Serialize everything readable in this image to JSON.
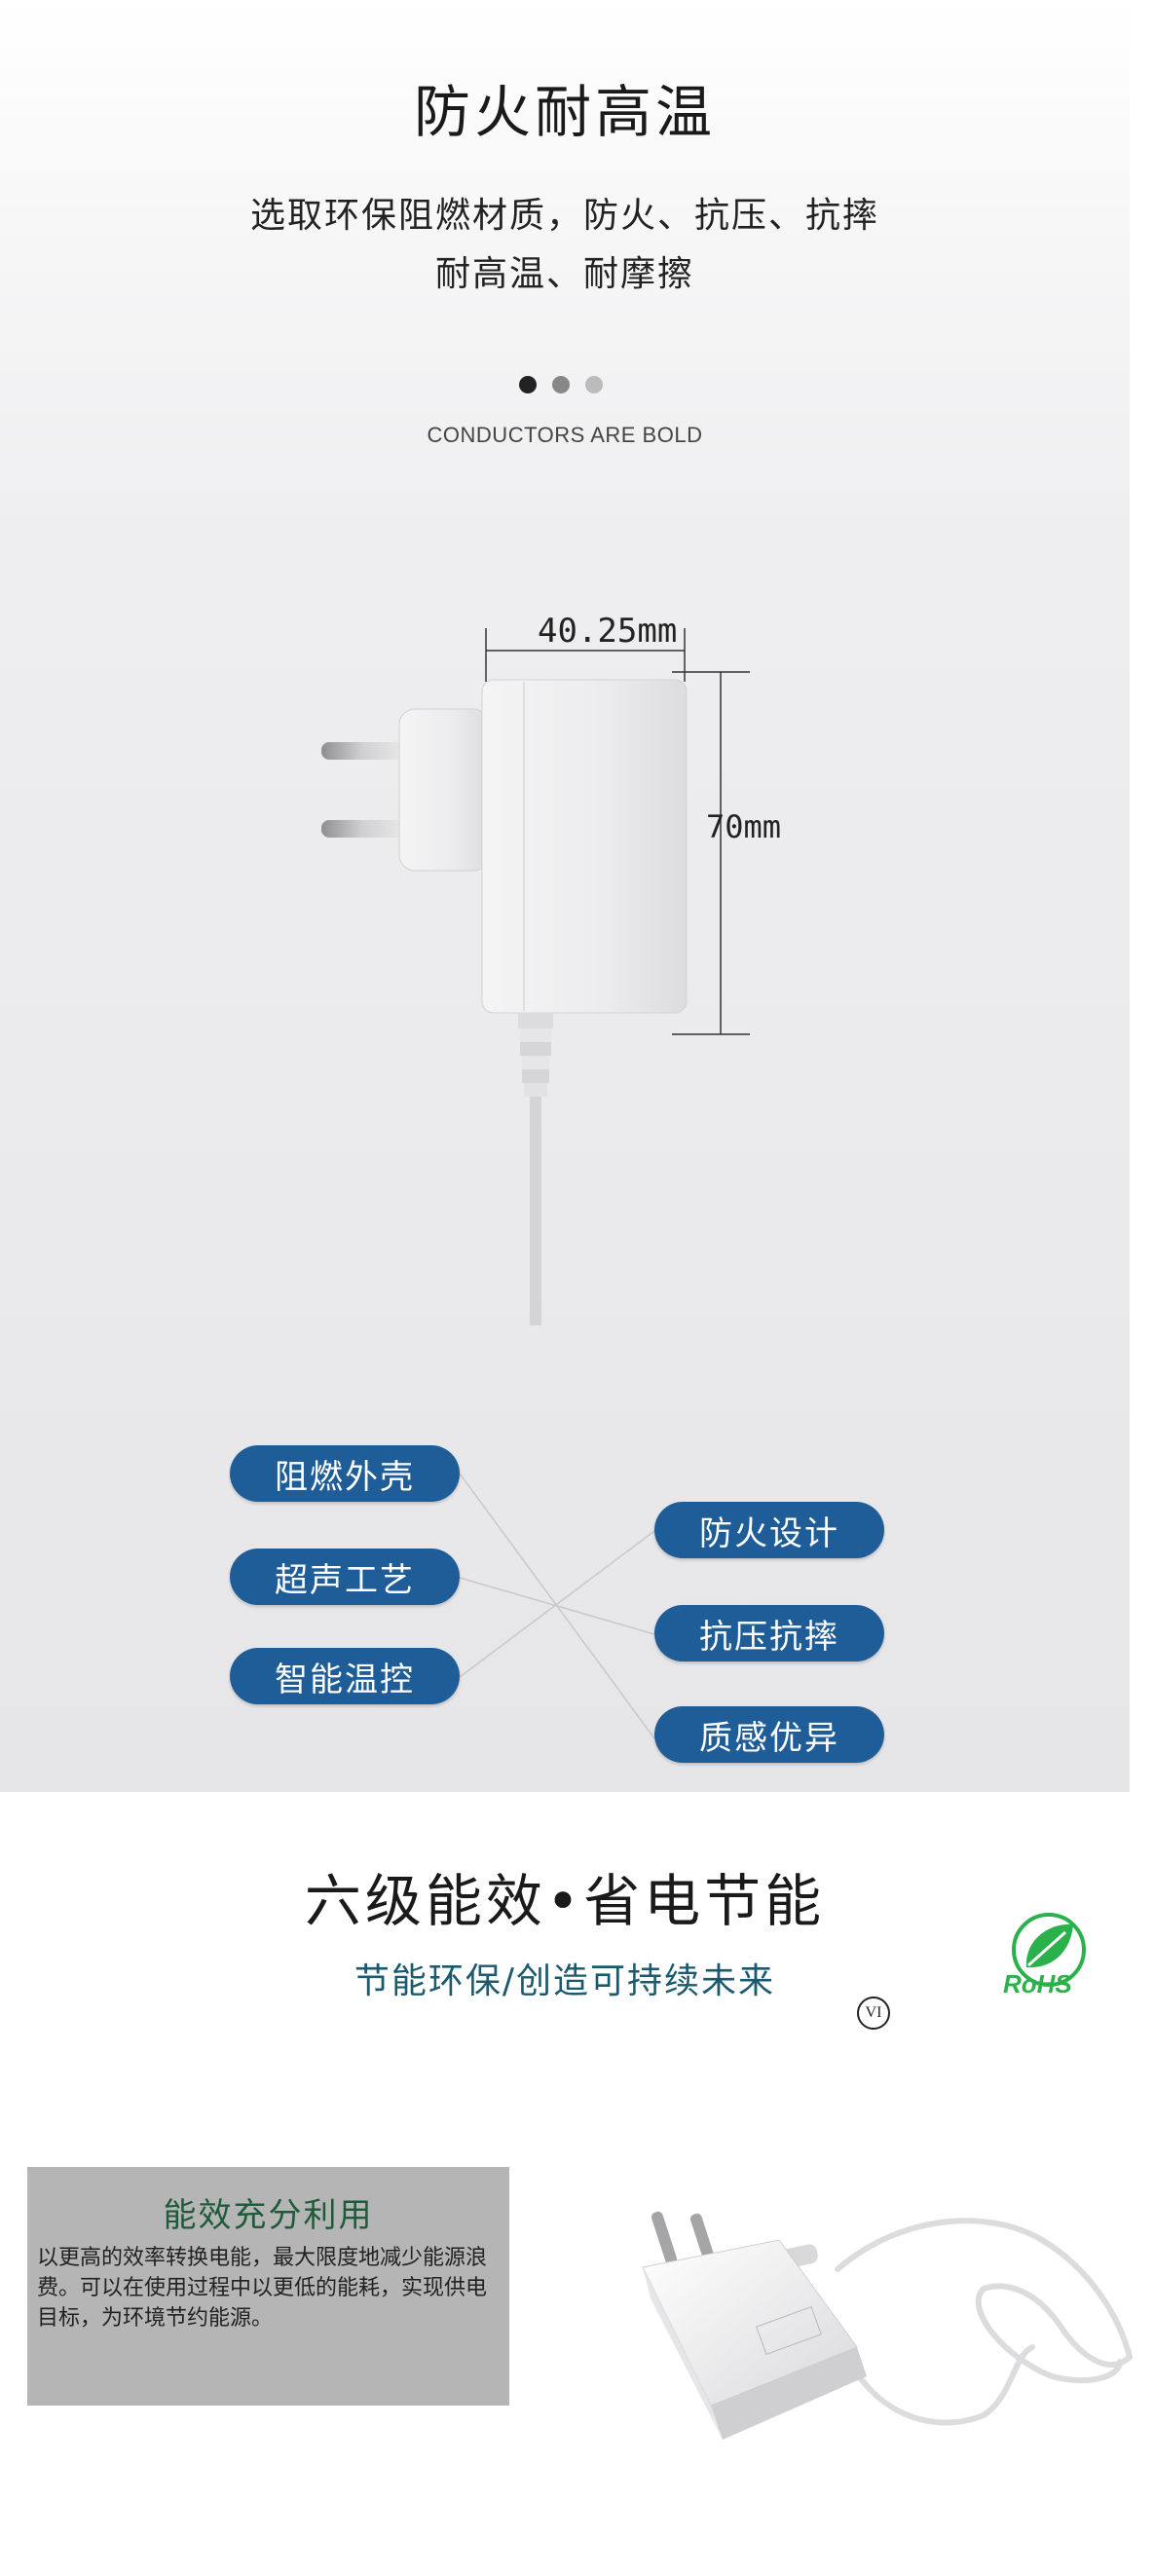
{
  "fire_section": {
    "title": "防火耐高温",
    "subtitle_line1": "选取环保阻燃材质，防火、抗压、抗摔",
    "subtitle_line2": "耐高温、耐摩擦",
    "carousel_dots": [
      "#222222",
      "#888888",
      "#bbbbbb"
    ],
    "caption": "CONDUCTORS ARE BOLD",
    "dimension_width": "40.25mm",
    "dimension_height": "70mm",
    "left_features": [
      "阻燃外壳",
      "超声工艺",
      "智能温控"
    ],
    "right_features": [
      "防火设计",
      "抗压抗摔",
      "质感优异"
    ],
    "pill_color": "#1f5d99"
  },
  "energy_section": {
    "title": "六级能效•省电节能",
    "subtitle": "节能环保/创造可持续未来",
    "vi_mark": "VI",
    "rohs_label": "RoHS",
    "info_box": {
      "title": "能效充分利用",
      "body": "以更高的效率转换电能，最大限度地减少能源浪费。可以在使用过程中以更低的能耗，实现供电目标，为环境节约能源。"
    }
  }
}
